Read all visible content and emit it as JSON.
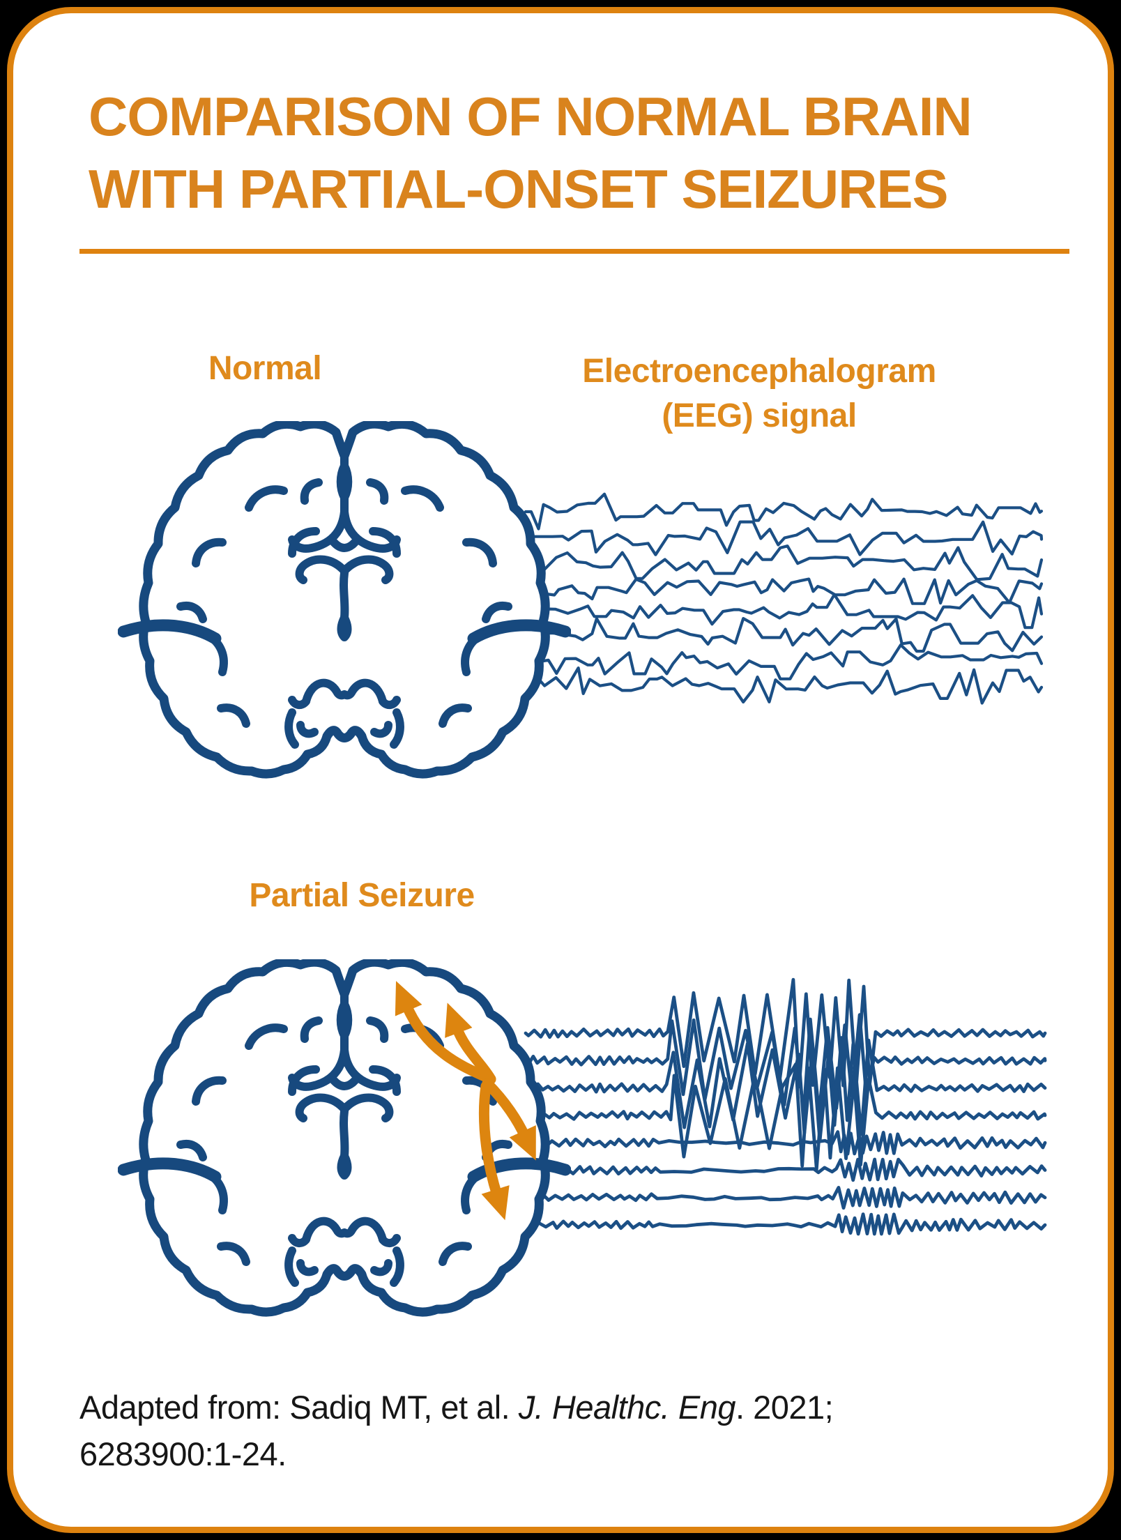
{
  "colors": {
    "accent_orange": "#DD850F",
    "title_orange": "#D9831D",
    "navy": "#17497E",
    "eeg_blue": "#1B4F85",
    "text_dark": "#161616",
    "card_bg": "#ffffff",
    "outer_bg": "#000000"
  },
  "title": {
    "line1": "COMPARISON OF NORMAL BRAIN",
    "line2": "WITH PARTIAL-ONSET SEIZURES"
  },
  "sections": {
    "normal": {
      "label": "Normal",
      "eeg_label_line1": "Electroencephalogram",
      "eeg_label_line2": "(EEG) signal"
    },
    "seizure": {
      "label": "Partial Seizure"
    }
  },
  "icons": {
    "normal_brain": "brain-coronal-icon",
    "seizure_brain": "brain-coronal-icon",
    "arrows": "seizure-spread-arrows"
  },
  "eeg": {
    "normal": {
      "trace_count": 8,
      "row_spacing": 35.7,
      "trace_width": 740,
      "stroke_width": 4.2,
      "seed": 11,
      "description": "irregular low-amplitude background activity"
    },
    "seizure": {
      "trace_count": 8,
      "affected_trace_count": 4,
      "row_spacing": 39.3,
      "trace_width": 745,
      "stroke_width": 4.8,
      "seed": 23,
      "burst_start_frac": 0.28,
      "burst_mid_frac": 0.5,
      "burst_end_frac": 0.67,
      "minor_burst_start_frac": 0.6,
      "minor_burst_end_frac": 0.72,
      "description": "high-amplitude spike burst on top 4 channels, brief minor burst on lower 4"
    }
  },
  "citation": {
    "line1_parts": [
      {
        "text": "Adapted from: Sadiq MT, et al. ",
        "italic": false
      },
      {
        "text": "J. Healthc. Eng",
        "italic": true
      },
      {
        "text": ". 2021;",
        "italic": false
      }
    ],
    "line2": "6283900:1-24."
  }
}
